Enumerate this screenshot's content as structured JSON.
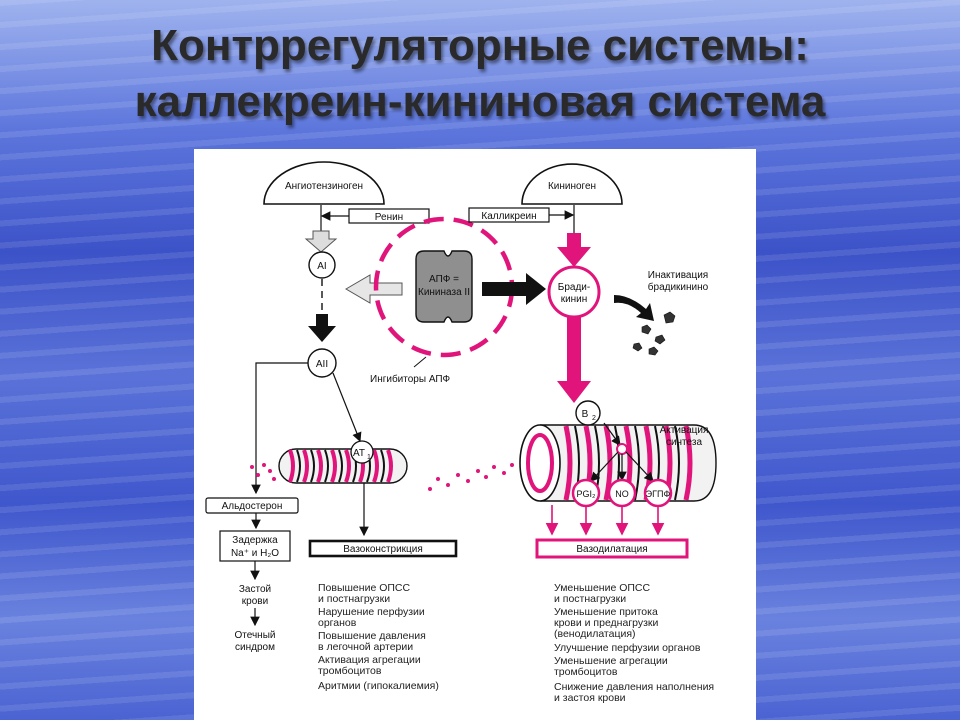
{
  "title": {
    "line1": "Контррегуляторные системы:",
    "line2": "каллекреин-кининовая система"
  },
  "diagram": {
    "left": {
      "precursor": "Ангиотензиноген",
      "enzyme": "Ренин",
      "a1": "AI",
      "a2": "AII",
      "receptor": "AT",
      "receptor_sub": "1",
      "aldosterone": "Альдостерон",
      "retention_line1": "Задержка",
      "retention_line2": "Na⁺ и H₂O",
      "vasoconstriction": "Вазоконстрикция",
      "stasis_line1": "Застой",
      "stasis_line2": "крови",
      "edema_line1": "Отечный",
      "edema_line2": "синдром",
      "effects": [
        "Повышение ОПСС",
        "и постнагрузки",
        "Нарушение перфузии",
        "органов",
        "Повышение давления",
        "в легочной артерии",
        "Активация агрегации",
        "тромбоцитов",
        "Аритмии (гипокалиемия)"
      ]
    },
    "center": {
      "ace_line1": "АПФ =",
      "ace_line2": "Кининаза II",
      "inhibitors": "Ингибиторы АПФ"
    },
    "right": {
      "precursor": "Кининоген",
      "enzyme": "Калликреин",
      "bradykinin_line1": "Бради-",
      "bradykinin_line2": "кинин",
      "inactivation_line1": "Инактивация",
      "inactivation_line2": "брадикинино",
      "receptor": "B",
      "receptor_sub": "2",
      "synthesis_line1": "Активация",
      "synthesis_line2": "синтеза",
      "mediators": [
        "PGI₂",
        "NO",
        "ЭГПФ"
      ],
      "vasodilation": "Вазодилатация",
      "effects": [
        "Уменьшение ОПСС",
        "и постнагрузки",
        "Уменьшение притока",
        "крови и преднагрузки",
        "(венодилатация)",
        "Улучшение перфузии органов",
        "Уменьшение агрегации",
        "тромбоцитов",
        "Снижение давления наполнения",
        "и застоя крови"
      ]
    },
    "colors": {
      "accent": "#e0147a",
      "ink": "#111111",
      "ace_fill": "#8f8f8f"
    }
  }
}
